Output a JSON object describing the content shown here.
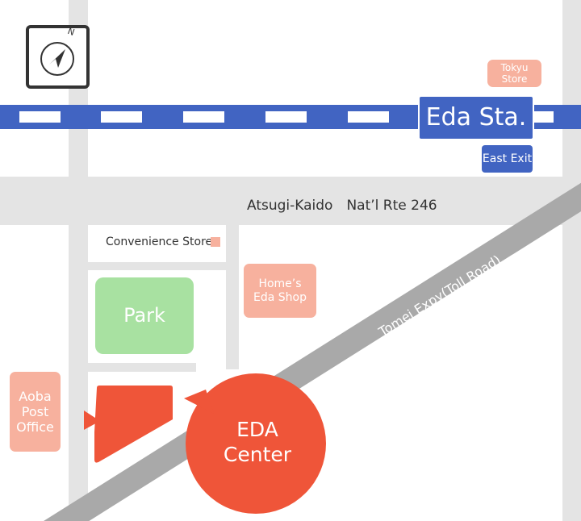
{
  "map": {
    "compass": {
      "icon": "compass-north-arrow-icon",
      "north_mark": "N"
    },
    "railway": {
      "name": "Eda Sta.",
      "exit": "East Exit",
      "color": "#4164c2"
    },
    "roads": {
      "main_road_label": "Atsugi-Kaido　Nat’l Rte 246",
      "expressway_label": "Tomei Expy(Toll Road)"
    },
    "places": {
      "tokyu_store": "Tokyu\nStore",
      "convenience_store": "Convenience Store",
      "homes_eda_shop": "Home’s\nEda Shop",
      "park": "Park",
      "aoba_post_office": "Aoba\nPost\nOffice"
    },
    "destination": {
      "label": "EDA\nCenter",
      "color": "#ef5539"
    },
    "colors": {
      "road": "#e4e4e4",
      "expressway": "#a9a9a9",
      "poi": "#f7b19e",
      "park": "#a8e1a1",
      "text": "#333333"
    }
  }
}
